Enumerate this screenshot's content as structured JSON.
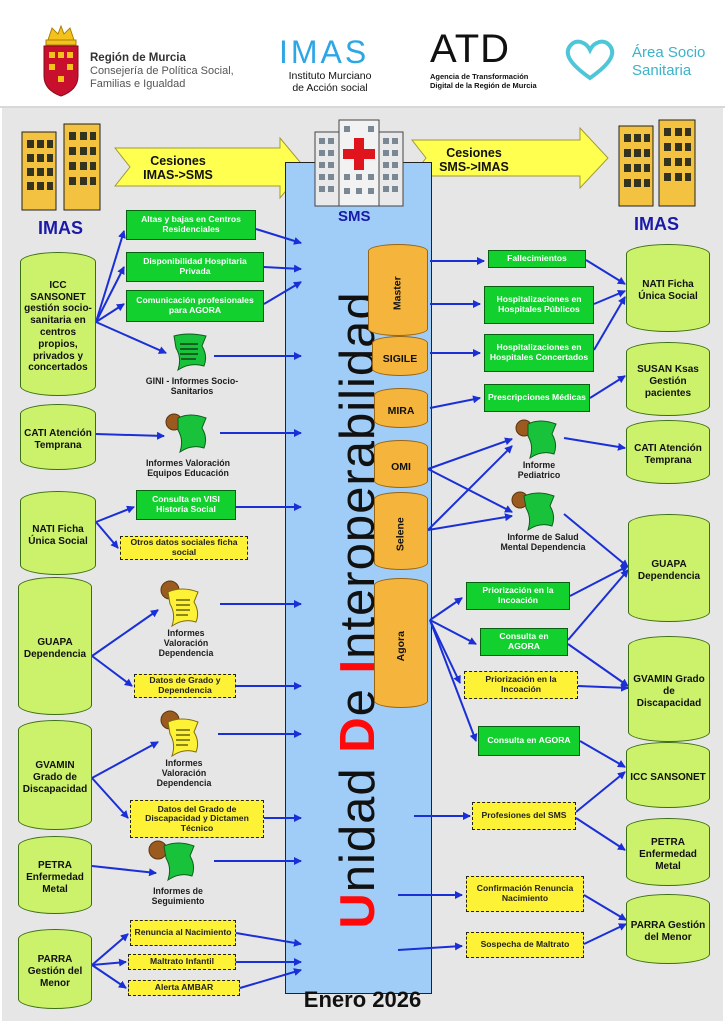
{
  "header": {
    "murcia_line1": "Región de Murcia",
    "murcia_line2": "Consejería de Política Social,",
    "murcia_line3": "Familias e Igualdad",
    "imas_logo": "IMAS",
    "imas_line1": "Instituto Murciano",
    "imas_line2": "de Acción social",
    "atd_logo": "ATD",
    "atd_line1": "Agencia de Transformación",
    "atd_line2": "Digital de la Región de Murcia",
    "area_line1": "Área Socio",
    "area_line2": "Sanitaria"
  },
  "titles": {
    "imas_left": "IMAS",
    "imas_right": "IMAS",
    "sms": "SMS",
    "cesiones_left_1": "Cesiones",
    "cesiones_left_2": "IMAS->SMS",
    "cesiones_right_1": "Cesiones",
    "cesiones_right_2": "SMS->IMAS"
  },
  "vertical_title": {
    "u": "U",
    "nidad": "nidad ",
    "d": "D",
    "e": "e ",
    "i": "I",
    "rest": "nteroperabilidad"
  },
  "footer": "Enero 2026",
  "left_dbs": {
    "icc": "ICC SANSONET gestión socio-sanitaria en centros propios, privados y concertados",
    "cati": "CATI Atención Temprana",
    "nati": "NATI Ficha Única Social",
    "guapa": "GUAPA Dependencia",
    "gvamin": "GVAMIN Grado de Discapacidad",
    "petra": "PETRA Enfermedad Metal",
    "parra": "PARRA Gestión del Menor"
  },
  "right_dbs": {
    "nati": "NATI Ficha Única Social",
    "susan": "SUSAN Ksas Gestión pacientes",
    "cati": "CATI Atención Temprana",
    "guapa": "GUAPA Dependencia",
    "gvamin": "GVAMIN Grado de Discapacidad",
    "icc": "ICC SANSONET",
    "petra": "PETRA Enfermedad Metal",
    "parra": "PARRA Gestión del Menor"
  },
  "sms_dbs": {
    "master": "Master",
    "sigile": "SIGILE",
    "mira": "MIRA",
    "omi": "OMI",
    "selene": "Selene",
    "agora": "Agora"
  },
  "left_boxes": {
    "altas": "Altas y bajas en Centros Residenciales",
    "disponibilidad": "Disponibilidad Hospitaria Privada",
    "comunicacion": "Comunicación profesionales para AGORA",
    "consulta_visi": "Consulta en VISI Historia Social",
    "otros": "Otros datos sociales ficha social",
    "datos_grado_dep": "Datos de Grado y Dependencia",
    "datos_grado_disc": "Datos del Grado de Discapacidad y Dictamen Técnico",
    "renuncia": "Renuncia al Nacimiento",
    "maltrato": "Maltrato Infantil",
    "ambar": "Alerta AMBAR"
  },
  "left_docs": {
    "gini": "GINI - Informes Socio-Sanitarios",
    "valoracion_edu": "Informes Valoración Equipos Educación",
    "valoracion_dep1": "Informes Valoración Dependencia",
    "valoracion_dep2": "Informes Valoración Dependencia",
    "seguimiento": "Informes de Seguimiento"
  },
  "right_boxes": {
    "fallecimientos": "Fallecimientos",
    "hosp_publicos": "Hospitalizaciones en Hospitales Públicos",
    "hosp_concertados": "Hospitalizaciones en Hospitales Concertados",
    "prescripciones": "Prescripciones Médicas",
    "priorizacion1": "Priorización en la Incoación",
    "consulta_agora1": "Consulta en AGORA",
    "priorizacion2": "Priorización en la Incoación",
    "consulta_agora2": "Consulta en AGORA",
    "profesiones": "Profesiones del SMS",
    "confirmacion": "Confirmación Renuncia Nacimiento",
    "sospecha": "Sospecha de Maltrato"
  },
  "right_docs": {
    "pediatrico": "Informe Pediatrico",
    "salud_mental": "Informe de Salud Mental Dependencia"
  },
  "colors": {
    "arrow": "#1a2fd6",
    "green_box": "#12d12f",
    "yellow_box": "#fdf236",
    "green_db": "#ccf16a",
    "orange_db": "#f5b43b",
    "sms_panel": "#9fcdf7",
    "red": "#ff0a0a"
  }
}
